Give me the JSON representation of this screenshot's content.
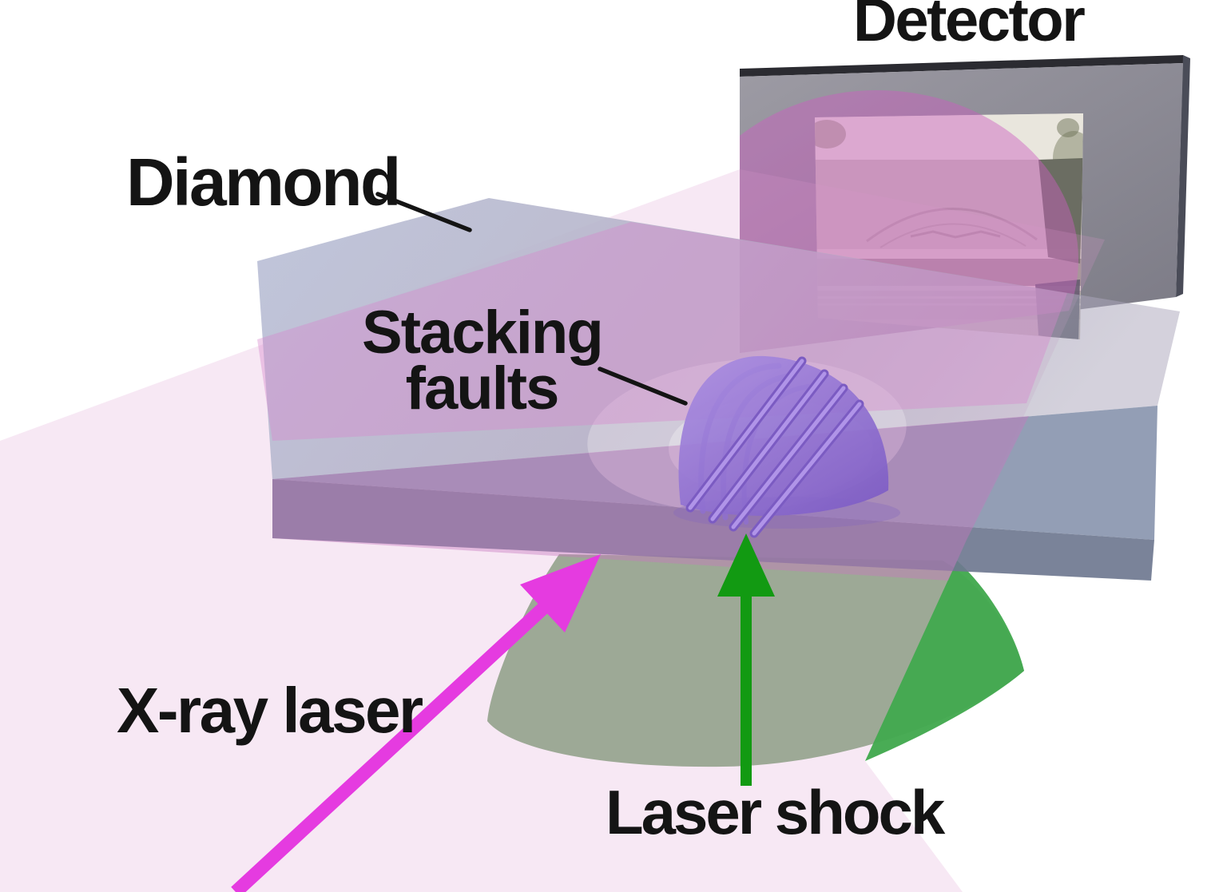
{
  "figure": {
    "type": "3d-experiment-schematic",
    "description": "X-ray laser probing laser-shocked diamond with stacking faults, recorded on a detector",
    "labels": {
      "detector": "Detector",
      "diamond": "Diamond",
      "stacking_faults_line1": "Stacking",
      "stacking_faults_line2": "faults",
      "xray_laser": "X-ray laser",
      "laser_shock": "Laser shock"
    },
    "colors": {
      "xray_magenta": "#e53be0",
      "xray_beam_pale": "#d995ce",
      "beam_tint_pink": "#d887cc",
      "laser_green": "#129a12",
      "cone_green_bright": "#43a94f",
      "cone_green_shaded": "#99a792",
      "diamond_top_face": "#bec4da",
      "diamond_front_face": "#8793ad",
      "diamond_bottom_edge": "#6f7890",
      "fault_purple": "#8a6ccc",
      "detector_panel": "#8f8d97",
      "label_text": "#141414"
    }
  }
}
